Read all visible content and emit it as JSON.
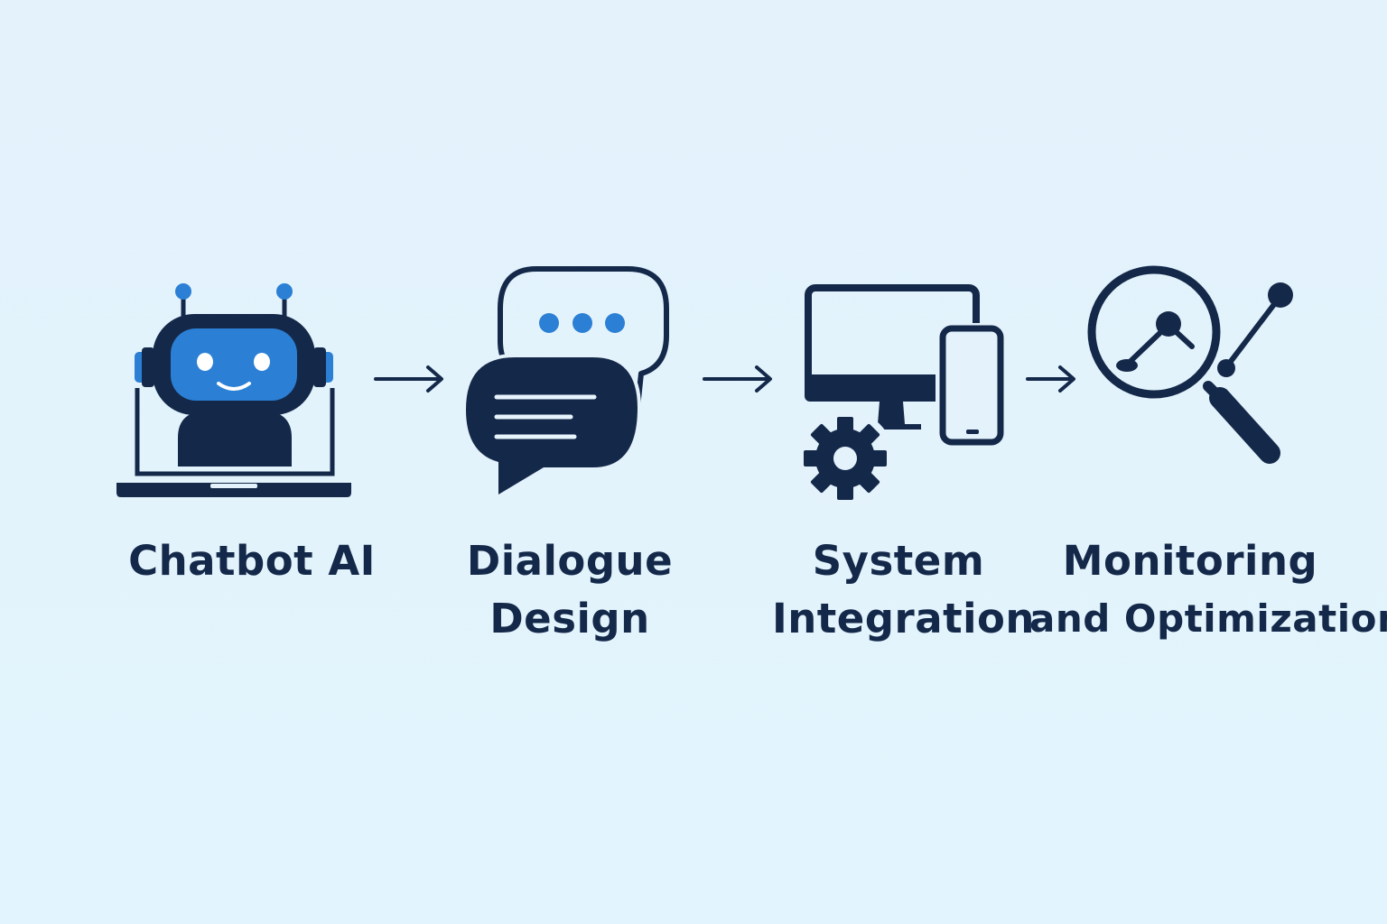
{
  "diagram": {
    "steps": [
      {
        "icon": "chatbot-laptop-icon",
        "lines": [
          "Chatbot AI"
        ]
      },
      {
        "icon": "chat-bubbles-icon",
        "lines": [
          "Dialogue",
          "Design"
        ]
      },
      {
        "icon": "devices-gear-icon",
        "lines": [
          "System",
          "Integration"
        ]
      },
      {
        "icon": "magnifier-chart-icon",
        "lines": [
          "Monitoring",
          "and Optimization"
        ]
      }
    ],
    "colors": {
      "background": "#e3f2fb",
      "ink": "#14294a",
      "accent": "#2b7fd4"
    }
  }
}
